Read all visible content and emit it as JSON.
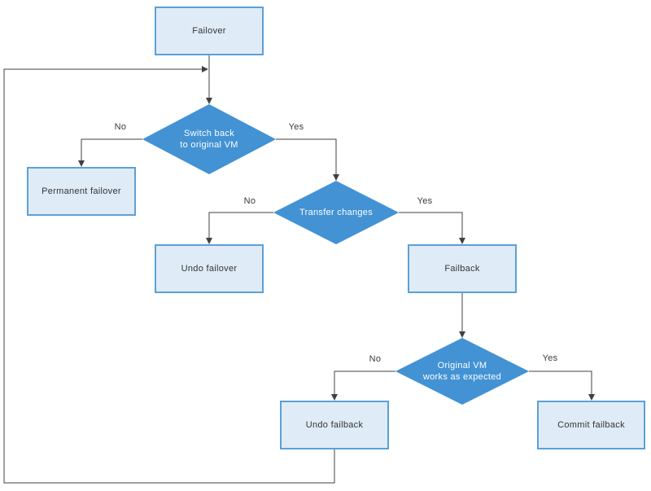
{
  "nodes": {
    "failover": {
      "label": "Failover"
    },
    "switch_back_to_original_vm": {
      "lines": [
        "Switch back",
        "to original VM"
      ]
    },
    "permanent_failover": {
      "label": "Permanent failover"
    },
    "transfer_changes": {
      "label": "Transfer changes"
    },
    "undo_failover": {
      "label": "Undo failover"
    },
    "failback": {
      "label": "Failback"
    },
    "original_vm_works_as_expected": {
      "lines": [
        "Original VM",
        "works as expected"
      ]
    },
    "undo_failback": {
      "label": "Undo failback"
    },
    "commit_failback": {
      "label": "Commit failback"
    }
  },
  "edges": [
    {
      "from": "failover",
      "to": "switch_back_to_original_vm",
      "label": ""
    },
    {
      "from": "switch_back_to_original_vm",
      "to": "permanent_failover",
      "label": "No"
    },
    {
      "from": "switch_back_to_original_vm",
      "to": "transfer_changes",
      "label": "Yes"
    },
    {
      "from": "transfer_changes",
      "to": "undo_failover",
      "label": "No"
    },
    {
      "from": "transfer_changes",
      "to": "failback",
      "label": "Yes"
    },
    {
      "from": "failback",
      "to": "original_vm_works_as_expected",
      "label": ""
    },
    {
      "from": "original_vm_works_as_expected",
      "to": "undo_failback",
      "label": "No"
    },
    {
      "from": "original_vm_works_as_expected",
      "to": "commit_failback",
      "label": "Yes"
    },
    {
      "from": "undo_failback",
      "to": "switch_back_to_original_vm",
      "label": ""
    }
  ],
  "colors": {
    "process_fill": "#DFECF8",
    "process_border": "#5CA0D6",
    "decision_fill": "#4292D4",
    "decision_text": "#FFFFFF",
    "connector": "#404040",
    "label_text": "#3A3A3A",
    "background": "#FFFFFF"
  }
}
